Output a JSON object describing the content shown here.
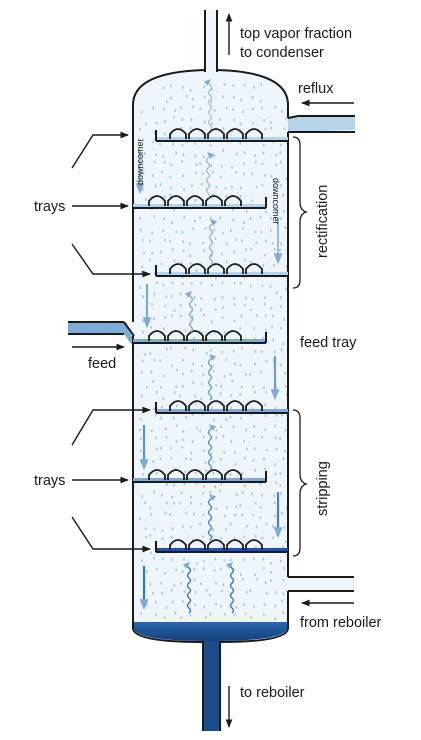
{
  "labels": {
    "top_vapor": "top vapor fraction",
    "to_condenser": "to condenser",
    "reflux": "reflux",
    "feed": "feed",
    "feed_tray": "feed tray",
    "trays_upper": "trays",
    "trays_lower": "trays",
    "rectification": "rectification",
    "stripping": "stripping",
    "downcomer_left": "downcomer",
    "downcomer_right": "downcomer",
    "from_reboiler": "from reboiler",
    "to_reboiler": "to reboiler"
  },
  "colors": {
    "outline": "#1a1a1a",
    "liquid_light": "#b6d3ea",
    "liquid_mid": "#7faad6",
    "liquid_dark": "#1f5597",
    "vapor_background": "#eef5fb",
    "droplet": "#8fb7dc"
  }
}
